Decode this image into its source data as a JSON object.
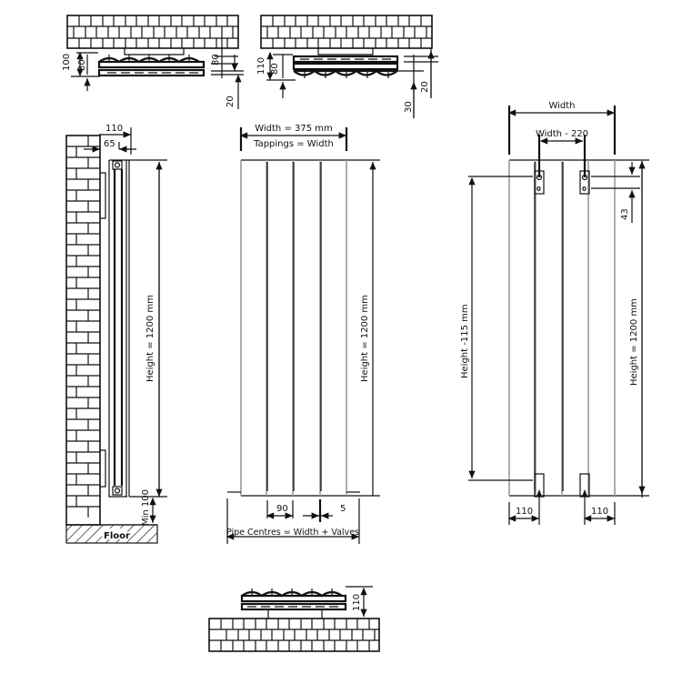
{
  "drawing": {
    "title": "Vertical radiator technical drawing",
    "top_left_plan": {
      "dims": {
        "total_depth": "100",
        "radiator_depth": "80",
        "right_depth": "80",
        "bottom_offset": "20"
      }
    },
    "top_right_plan": {
      "dims": {
        "total_depth": "110",
        "radiator_depth": "80",
        "offset_a": "20",
        "offset_b": "30"
      }
    },
    "side_view": {
      "dims": {
        "projection": "110",
        "bracket_offset": "65",
        "height_label": "Height = 1200 mm",
        "floor_clearance": "Min 100"
      },
      "floor_label": "Floor"
    },
    "front_view": {
      "width_label": "Width = 375 mm",
      "tappings_label": "Tappings = Width",
      "height_label": "Height = 1200 mm",
      "panel_spacing": "90",
      "valve_gap": "5",
      "pipe_centres_label": "Pipe Centres = Width + Valves"
    },
    "rear_view": {
      "width_label": "Width",
      "bracket_centres_label": "Width - 220",
      "bracket_height_label": "Height -115 mm",
      "height_label": "Height = 1200 mm",
      "top_bracket_offset": "43",
      "left_edge_offset": "110",
      "right_edge_offset": "110"
    },
    "bottom_plan": {
      "dims": {
        "total_depth": "110"
      }
    },
    "colors": {
      "line": "#111111",
      "panel_gray": "#9a9a9a",
      "background": "#ffffff"
    }
  }
}
